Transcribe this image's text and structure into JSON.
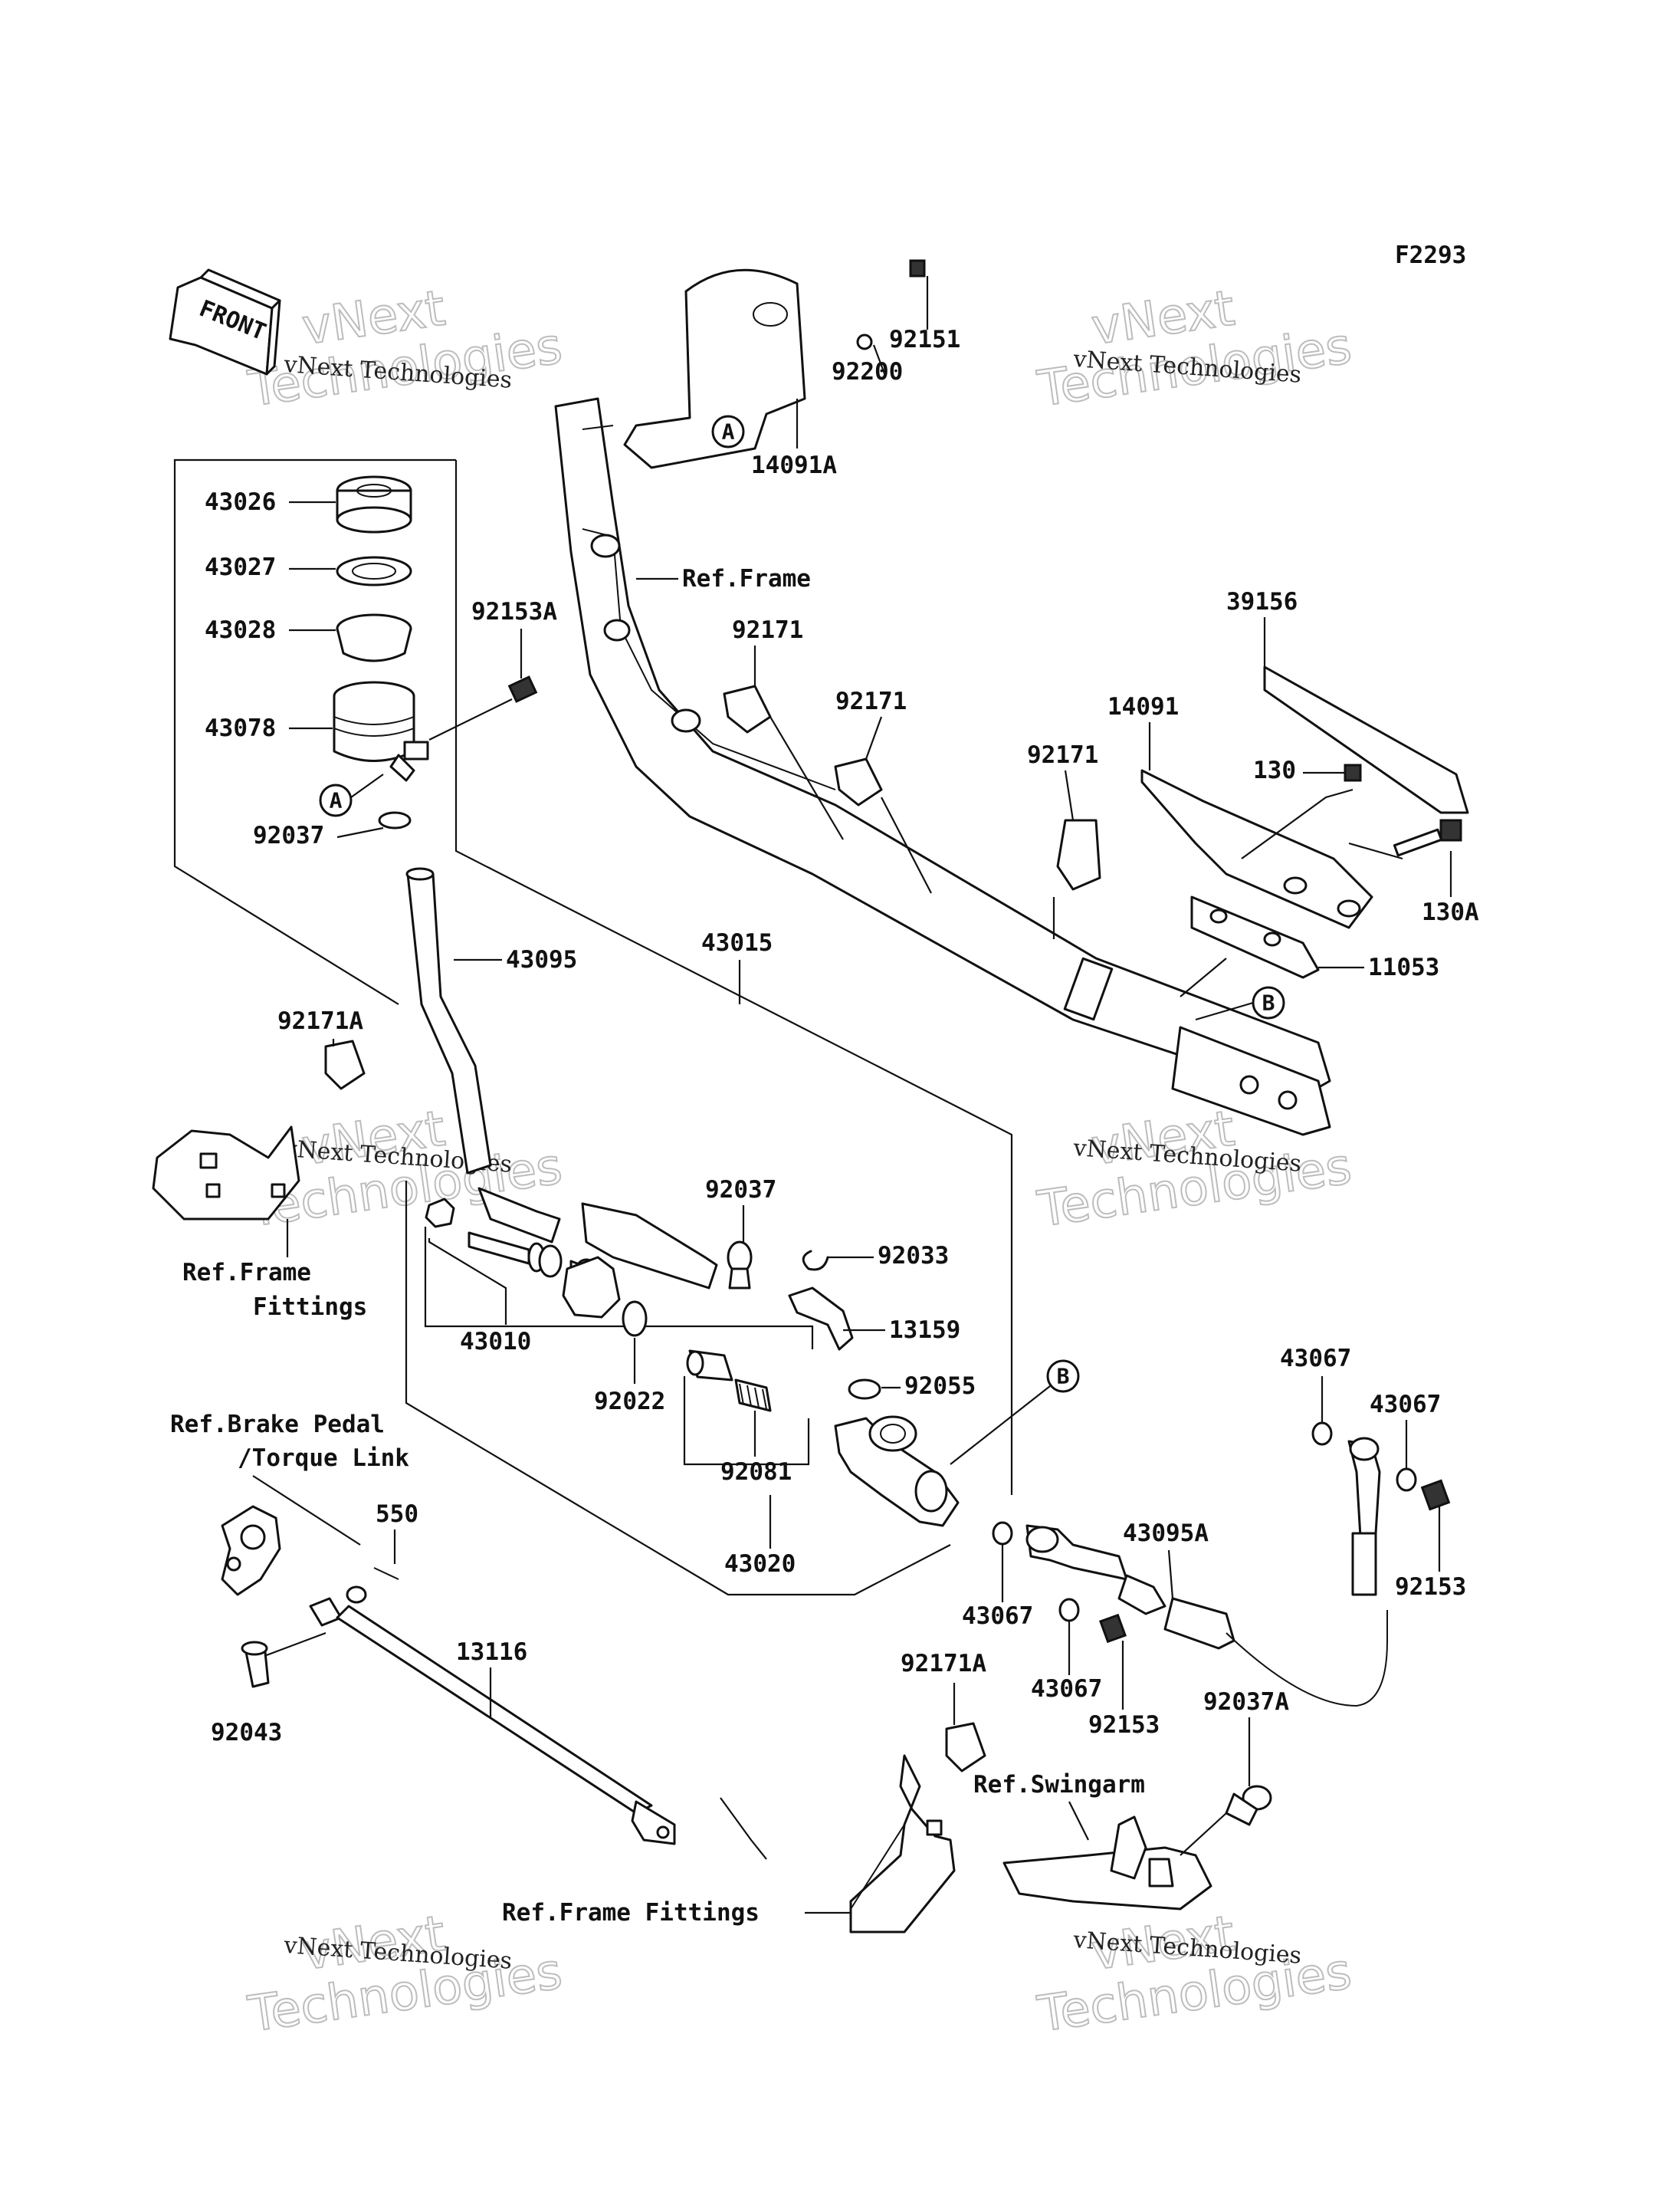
{
  "figure_code": "F2293",
  "front_label": "FRONT",
  "watermark": {
    "company": "vNext Technologies",
    "word1": "vNext",
    "word2": "Technologies"
  },
  "callouts": {
    "a": "A",
    "b": "B"
  },
  "refs": {
    "frame": "Ref.Frame",
    "frame2": "Ref.Frame",
    "fittings": "Fittings",
    "brake_pedal": "Ref.Brake Pedal",
    "torque_link": "/Torque Link",
    "swingarm": "Ref.Swingarm",
    "frame_fittings": "Ref.Frame Fittings"
  },
  "parts": {
    "p92151": "92151",
    "p92200": "92200",
    "p14091A": "14091A",
    "p43026": "43026",
    "p43027": "43027",
    "p43028": "43028",
    "p43078": "43078",
    "p92037_top": "92037",
    "p92153A": "92153A",
    "p92171_1": "92171",
    "p92171_2": "92171",
    "p92171_3": "92171",
    "p39156": "39156",
    "p14091": "14091",
    "p130": "130",
    "p130A": "130A",
    "p11053": "11053",
    "p43095": "43095",
    "p43015": "43015",
    "p92171A_left": "92171A",
    "p92037_mid": "92037",
    "p92033": "92033",
    "p13159": "13159",
    "p92055": "92055",
    "p43010": "43010",
    "p92022": "92022",
    "p92081": "92081",
    "p43020": "43020",
    "p550": "550",
    "p43067_a": "43067",
    "p43067_b": "43067",
    "p43067_c": "43067",
    "p43067_d": "43067",
    "p43095A": "43095A",
    "p92153_right": "92153",
    "p92153_mid": "92153",
    "p13116": "13116",
    "p92043": "92043",
    "p92171A_bottom": "92171A",
    "p92037A": "92037A"
  }
}
